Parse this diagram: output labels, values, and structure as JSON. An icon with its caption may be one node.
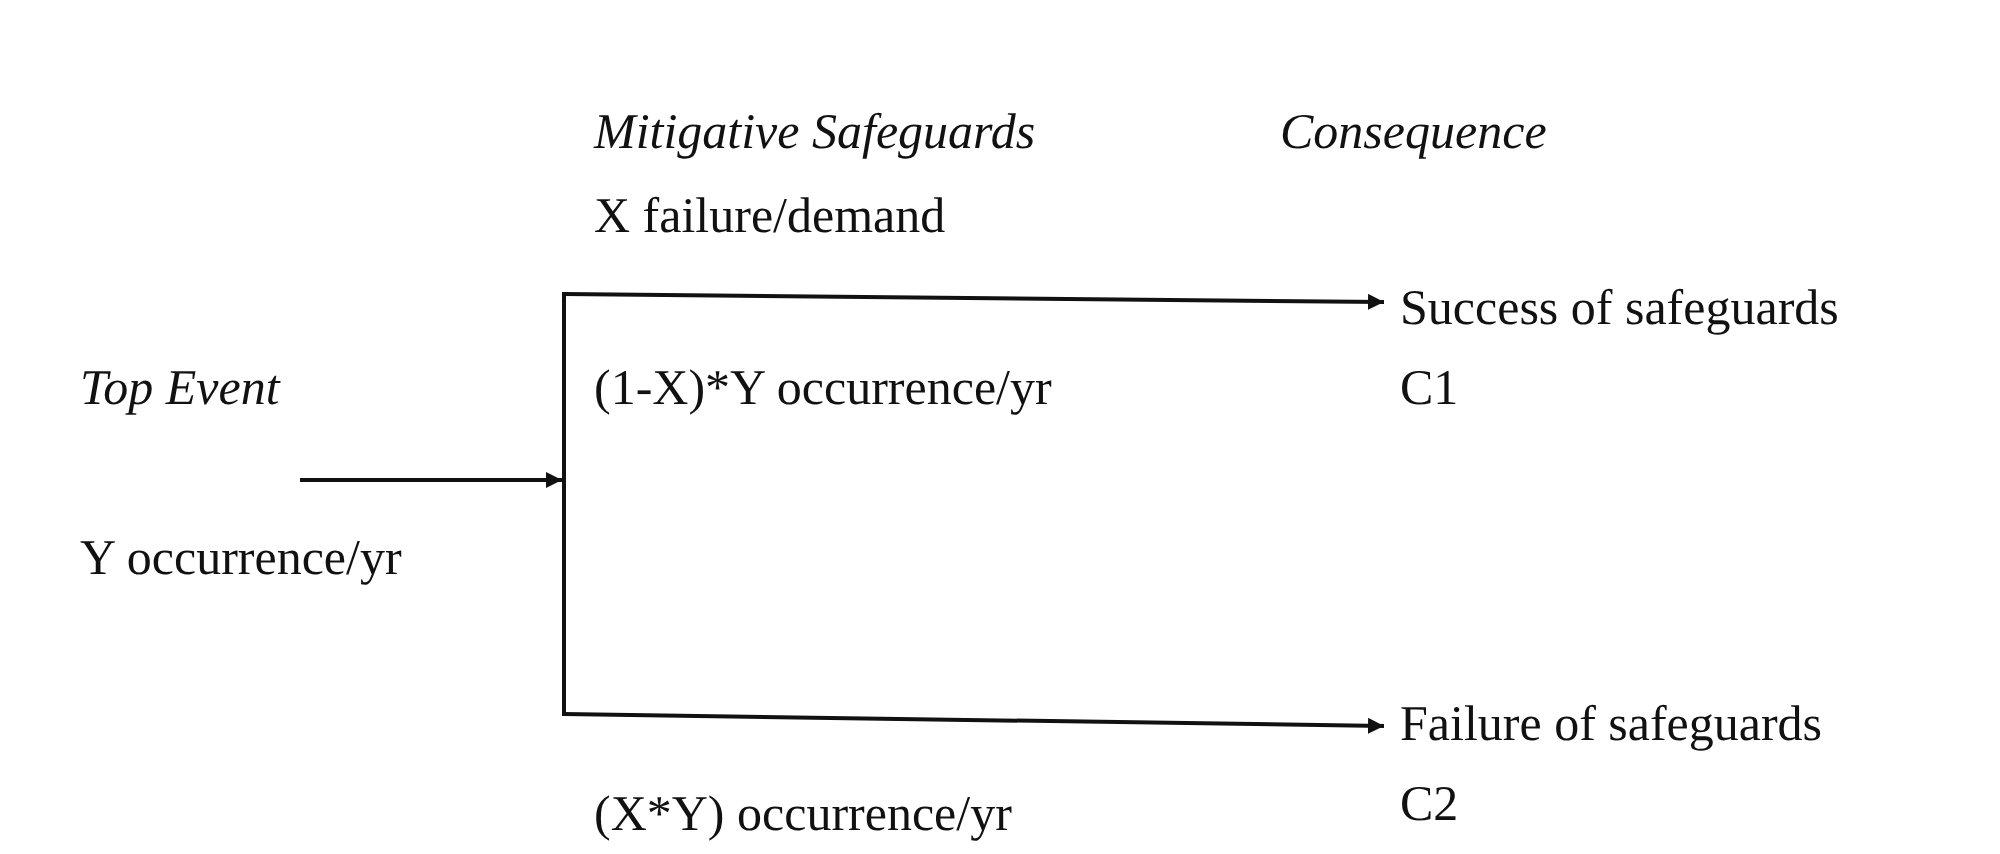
{
  "diagram": {
    "nodes": [
      {
        "text": [],
        "shape": "bar"
      },
      {
        "text": [
          "Success of safeguards",
          "C1"
        ]
      },
      {
        "text": [
          "Failure of safeguards",
          "C2"
        ]
      }
    ],
    "edges": [
      {
        "from": null,
        "to": 0,
        "arrow": "to"
      },
      {
        "from": 0,
        "to": 1,
        "arrow": "to"
      },
      {
        "from": 0,
        "to": 2,
        "arrow": "to"
      }
    ],
    "labels": [
      "Mitigative Safeguards",
      "Consequence",
      "X failure/demand",
      "Top Event",
      "(1-X)*Y occurrence/yr",
      "Y occurrence/yr",
      "(X*Y) occurrence/yr"
    ]
  }
}
